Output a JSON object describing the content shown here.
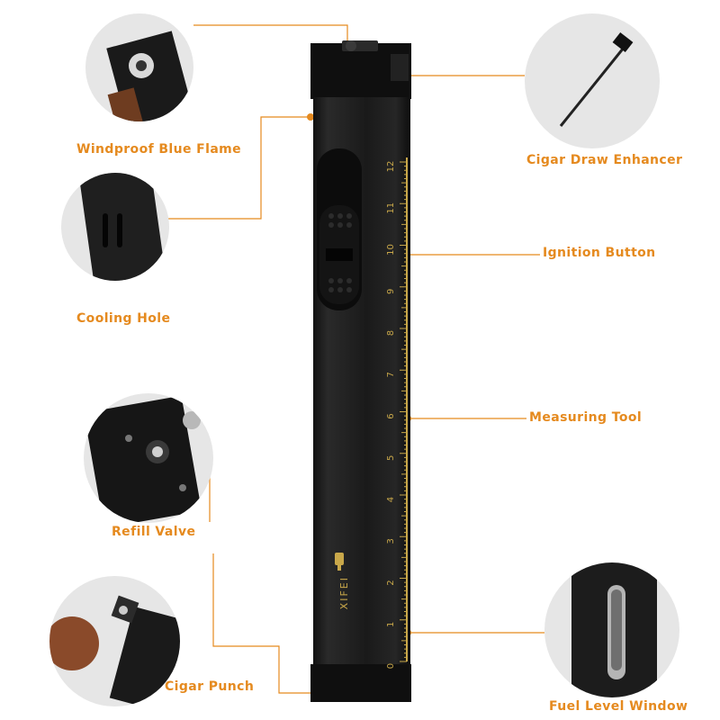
{
  "brand": "XIFEI",
  "colors": {
    "accent": "#e58a1f",
    "body": "#1c1c1c",
    "ruler": "#c9a84a",
    "bubble_bg": "#e6e6e6"
  },
  "features": {
    "windproof": "Windproof Blue Flame",
    "cooling": "Cooling Hole",
    "refill": "Refill Valve",
    "punch": "Cigar Punch",
    "draw_enhancer": "Cigar Draw Enhancer",
    "ignition": "Ignition Button",
    "measuring": "Measuring Tool",
    "fuel_window": "Fuel Level Window"
  },
  "ruler": {
    "marks": [
      "0",
      "1",
      "2",
      "3",
      "4",
      "5",
      "6",
      "7",
      "8",
      "9",
      "10",
      "11",
      "12"
    ]
  }
}
